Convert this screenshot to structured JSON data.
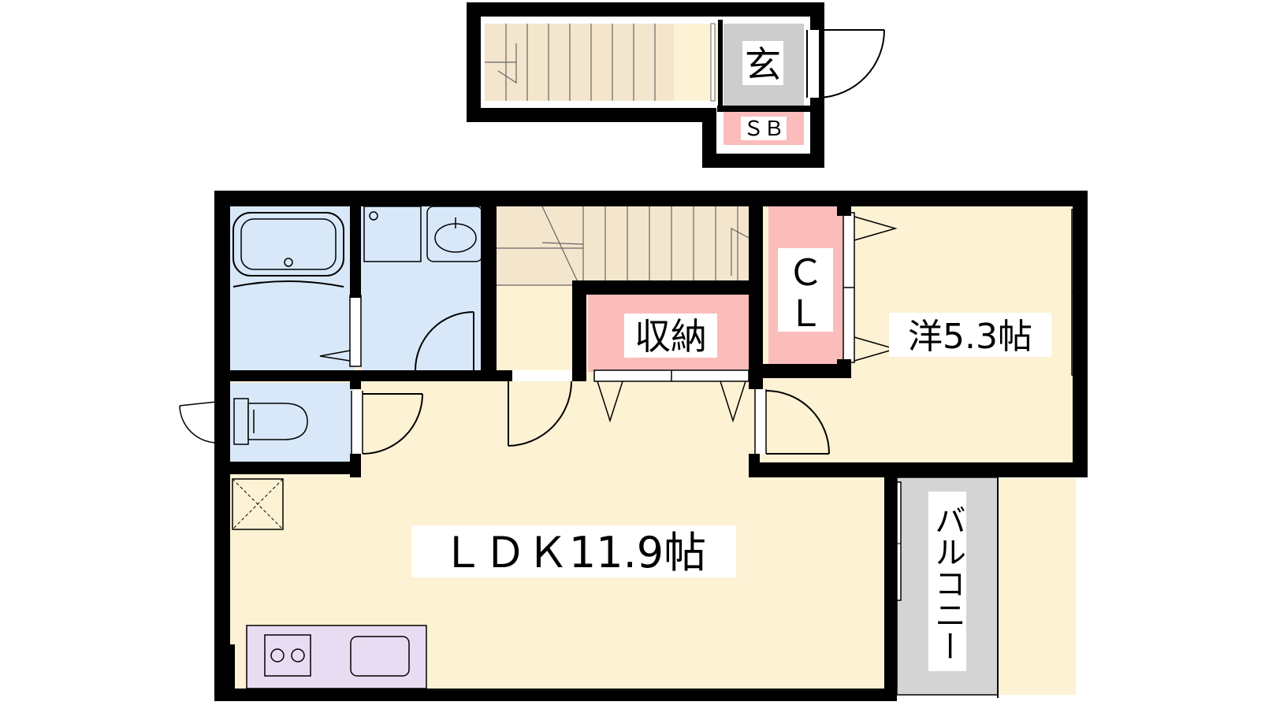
{
  "labels": {
    "entrance": "玄",
    "shoe_box": "ＳＢ",
    "closet_c": "Ｃ",
    "closet_l": "Ｌ",
    "storage": "収納",
    "western_room": "洋5.3帖",
    "ldk": "ＬＤＫ11.9帖",
    "balcony": "バルコニー"
  },
  "colors": {
    "wall": "#000000",
    "living": "#fdf2d3",
    "stairs": "#f3e6cc",
    "water": "#d8e8f8",
    "storage": "#fbbcbc",
    "entrance": "#cdcdcd",
    "balcony": "#d4d4d4",
    "kitchen": "#e8dcf2"
  }
}
